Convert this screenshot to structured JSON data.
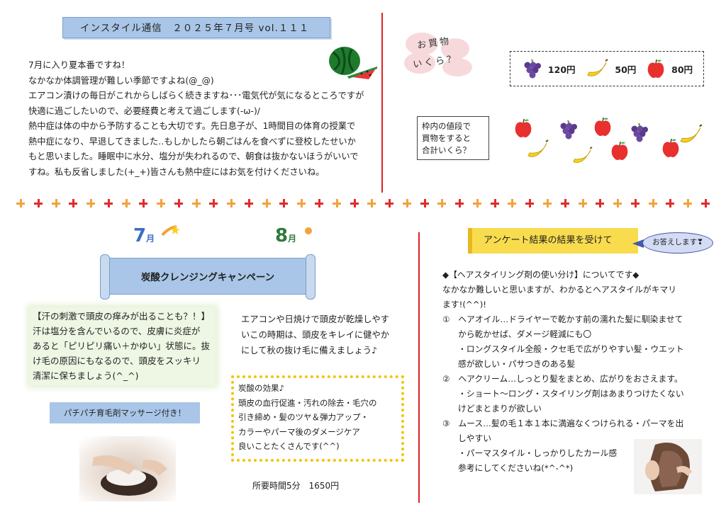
{
  "header": {
    "title": "インスタイル通信　２０２５年７月号 vol.１１１"
  },
  "intro": {
    "lines": [
      "7月に入り夏本番ですね！",
      "なかなか体調管理が難しい季節ですよね(@_@)",
      "エアコン漬けの毎日がこれからしばらく続きますね･･･電気代が気になるところですが",
      "快適に過ごしたいので、必要経費と考えて過ごします(-ω-)/",
      "熱中症は体の中から予防することも大切です。先日息子が、1時間目の体育の授業で",
      "熱中症になり、早退してきました‥もしかしたら朝ごはんを食べずに登校したせいか",
      "もと思いました。睡眠中に水分、塩分が失われるので、朝食は抜かないほうがいいで",
      "すね。私も反省しました(+_+)皆さんも熱中症にはお気を付けくださいね。"
    ]
  },
  "shopping": {
    "label_line1": "お買物",
    "label_line2": "いくら？",
    "prices": [
      {
        "icon": "grapes-icon",
        "value": "120円"
      },
      {
        "icon": "banana-icon",
        "value": "50円"
      },
      {
        "icon": "apple-icon",
        "value": "80円"
      }
    ],
    "question_lines": [
      "枠内の値段で",
      "買物をすると",
      "合計いくら？"
    ]
  },
  "months": {
    "july": "7",
    "august": "8",
    "unit": "月"
  },
  "campaign": {
    "title": "炭酸クレンジングキャンペーン",
    "green_box_lines": [
      "【汗の刺激で頭皮の痒みが出ることも？！】",
      "汗は塩分を含んでいるので、皮膚に炎症が",
      "あると「ピリピリ痛い＋かゆい」状態に。抜",
      "け毛の原因にもなるので、頭皮をスッキリ",
      "清潔に保ちましょう(^_^)"
    ],
    "massage_label": "パチパチ育毛剤マッサージ付き！",
    "mid_lines": [
      "エアコンや日焼けで頭皮が乾燥しやす",
      "いこの時期は、頭皮をキレイに健やか",
      "にして秋の抜け毛に備えましょう♪"
    ],
    "effects_lines": [
      "炭酸の効果♪",
      "頭皮の血行促進・汚れの除去・毛穴の",
      "引き締め・髪のツヤ＆弾力アップ・",
      "カラーやパーマ後のダメージケア",
      "良いことたくさんです(^^)"
    ],
    "duration": "所要時間5分　1650円"
  },
  "survey": {
    "title": "アンケート結果の結果を受けて",
    "bubble": "お答えします❣",
    "lines": [
      {
        "text": "◆【ヘアスタイリング剤の使い分け】についてです◆",
        "indent": 0
      },
      {
        "text": "なかなか難しいと思いますが、わかるとヘアスタイルがキマリ",
        "indent": 0
      },
      {
        "text": "ます!(^^)!",
        "indent": 0
      },
      {
        "text": "①　ヘアオイル…ドライヤーで乾かす前の濡れた髪に馴染ませて",
        "indent": 0
      },
      {
        "text": "から乾かせば、ダメージ軽減にも〇",
        "indent": 2
      },
      {
        "text": "・ロングスタイル全般・クセ毛で広がりやすい髪・ウエット",
        "indent": 2
      },
      {
        "text": "感が欲しい・パサつきのある髪",
        "indent": 2
      },
      {
        "text": "②　ヘアクリーム…しっとり髪をまとめ、広がりをおさえます。",
        "indent": 0
      },
      {
        "text": "・ショート～ロング・スタイリング剤はあまりつけたくない",
        "indent": 2
      },
      {
        "text": "けどまとまりが欲しい",
        "indent": 2
      },
      {
        "text": "③　ムース…髪の毛１本１本に満遍なくつけられる・パーマを出",
        "indent": 0
      },
      {
        "text": "しやすい",
        "indent": 2
      },
      {
        "text": "・パーマスタイル・しっかりしたカール感",
        "indent": 2
      },
      {
        "text": "参考にしてくださいね(*^-^*)",
        "indent": 2
      }
    ]
  },
  "colors": {
    "accent_blue": "#a9c6e8",
    "divider_red": "#e02b2b",
    "divider_orange": "#f2a23a",
    "survey_yellow": "#f8dc4e"
  }
}
